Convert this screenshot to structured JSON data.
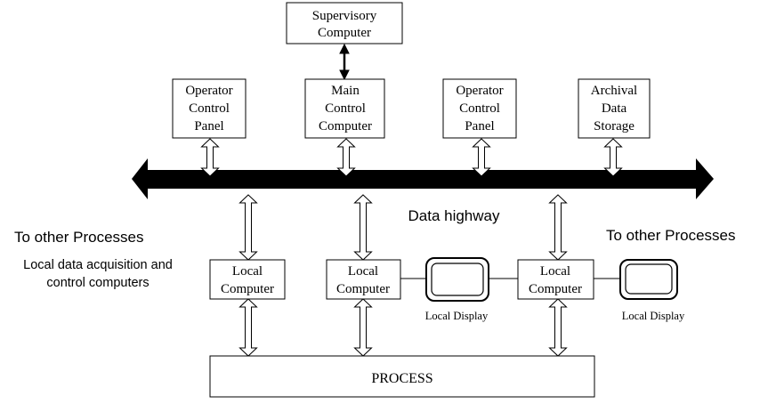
{
  "nodes": {
    "supervisory": [
      "Supervisory",
      "Computer"
    ],
    "operator_left": [
      "Operator",
      "Control",
      "Panel"
    ],
    "main_control": [
      "Main",
      "Control",
      "Computer"
    ],
    "operator_right": [
      "Operator",
      "Control",
      "Panel"
    ],
    "archival": [
      "Archival",
      "Data",
      "Storage"
    ],
    "local_1": [
      "Local",
      "Computer"
    ],
    "local_2": [
      "Local",
      "Computer"
    ],
    "local_3": [
      "Local",
      "Computer"
    ],
    "process": "PROCESS"
  },
  "labels": {
    "data_highway": "Data highway",
    "other_left": "To other Processes",
    "other_right": "To other Processes",
    "local_acq_line1": "Local data acquisition and",
    "local_acq_line2": "control computers",
    "local_display_1": "Local Display",
    "local_display_2": "Local Display"
  },
  "colors": {
    "ink": "#000000",
    "paper": "#ffffff"
  }
}
